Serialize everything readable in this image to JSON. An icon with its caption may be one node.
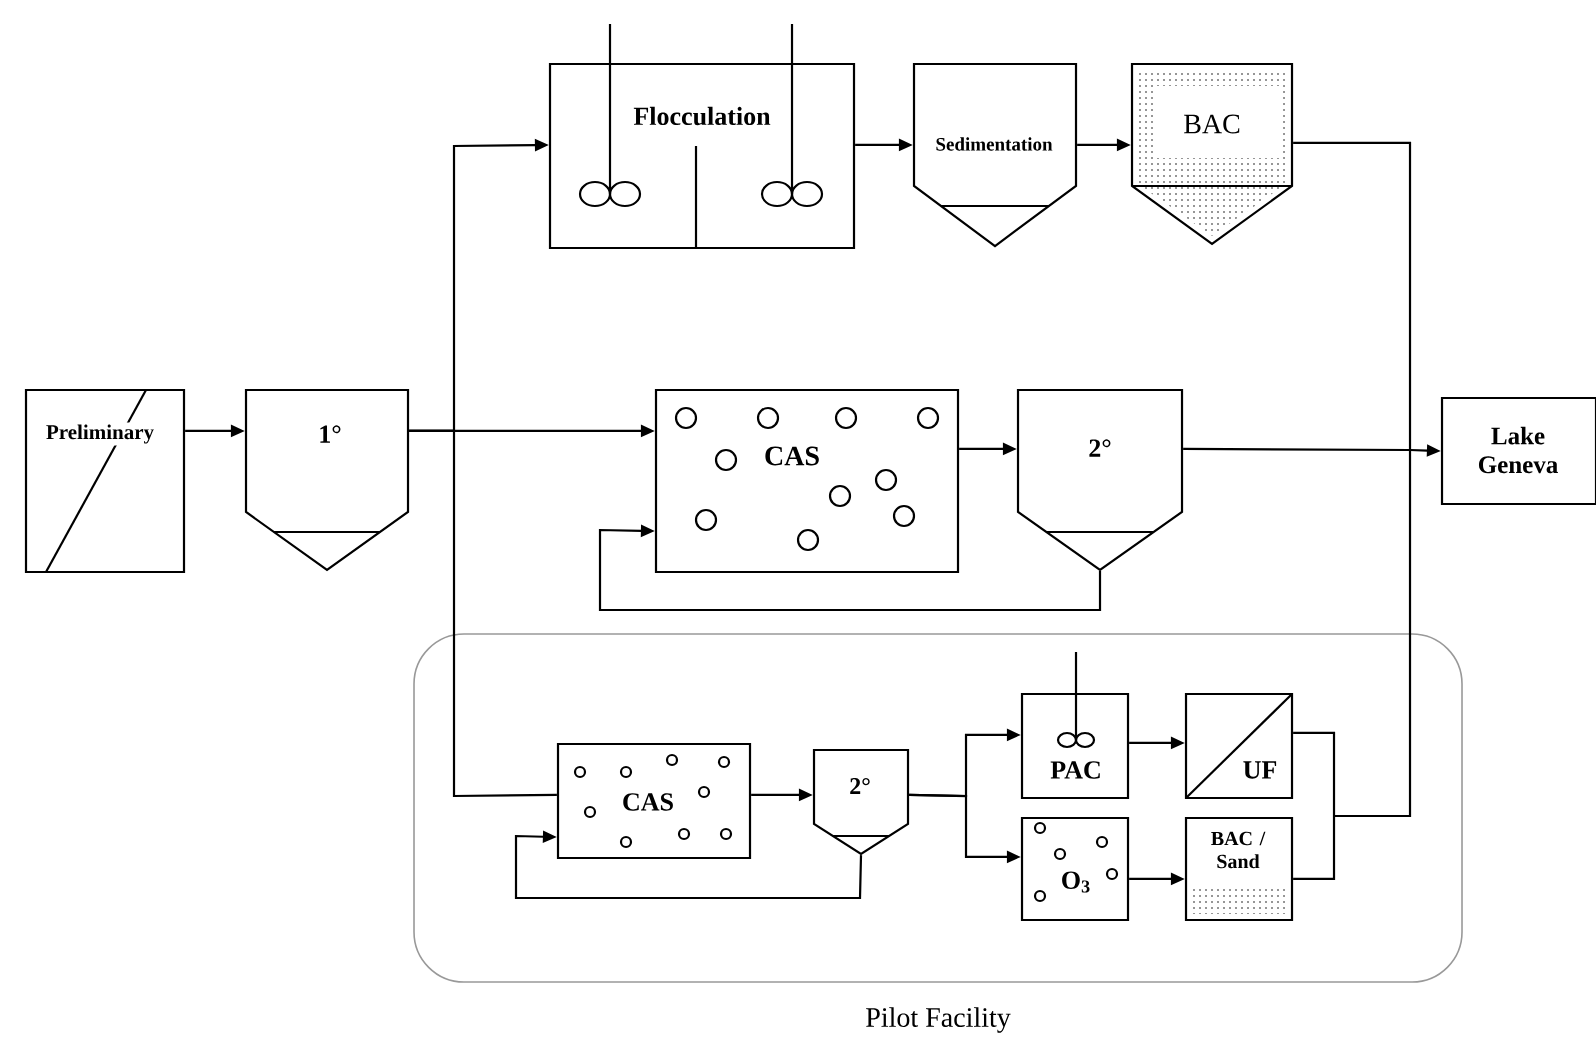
{
  "diagram": {
    "nodes": [
      {
        "text": [
          "Preliminary"
        ]
      },
      {
        "text": [
          "1°"
        ]
      },
      {
        "text": [
          "Flocculation"
        ]
      },
      {
        "text": [
          "Sedimentation"
        ]
      },
      {
        "text": [
          "BAC"
        ]
      },
      {
        "text": [
          "CAS"
        ]
      },
      {
        "text": [
          "2°"
        ]
      },
      {
        "text": [
          "Lake Geneva"
        ]
      },
      {
        "text": [
          "Pilot Facility"
        ]
      },
      {
        "text": [
          "CAS"
        ],
        "in": 8
      },
      {
        "text": [
          "2°"
        ],
        "in": 8
      },
      {
        "text": [
          "PAC"
        ],
        "in": 8
      },
      {
        "text": [
          "UF"
        ],
        "in": 8
      },
      {
        "text": [
          "O$_{3}$"
        ],
        "in": 8
      },
      {
        "text": [
          "BAC / Sand"
        ],
        "in": 8
      }
    ],
    "edges": [
      {
        "from": 0,
        "to": 1,
        "arrow": "to"
      },
      {
        "from": 1,
        "to": 5,
        "arrow": "to"
      },
      {
        "from": 1,
        "to": 2,
        "arrow": "to"
      },
      {
        "from": 1,
        "to": 9,
        "arrow": "none"
      },
      {
        "from": 2,
        "to": 3,
        "arrow": "to"
      },
      {
        "from": 3,
        "to": 4,
        "arrow": "to"
      },
      {
        "from": 4,
        "to": 7,
        "arrow": "to"
      },
      {
        "from": 5,
        "to": 6,
        "arrow": "to"
      },
      {
        "from": 6,
        "to": 7,
        "arrow": "to"
      },
      {
        "from": 6,
        "to": 5,
        "arrow": "to"
      },
      {
        "from": 9,
        "to": 10,
        "arrow": "to"
      },
      {
        "from": 10,
        "to": 9,
        "arrow": "to"
      },
      {
        "from": 10,
        "to": 11,
        "arrow": "to"
      },
      {
        "from": 10,
        "to": 13,
        "arrow": "to"
      },
      {
        "from": 11,
        "to": 12,
        "arrow": "to"
      },
      {
        "from": 13,
        "to": 14,
        "arrow": "to"
      },
      {
        "from": 12,
        "to": 7,
        "arrow": "to"
      },
      {
        "from": 14,
        "to": 7,
        "arrow": "to"
      }
    ]
  }
}
